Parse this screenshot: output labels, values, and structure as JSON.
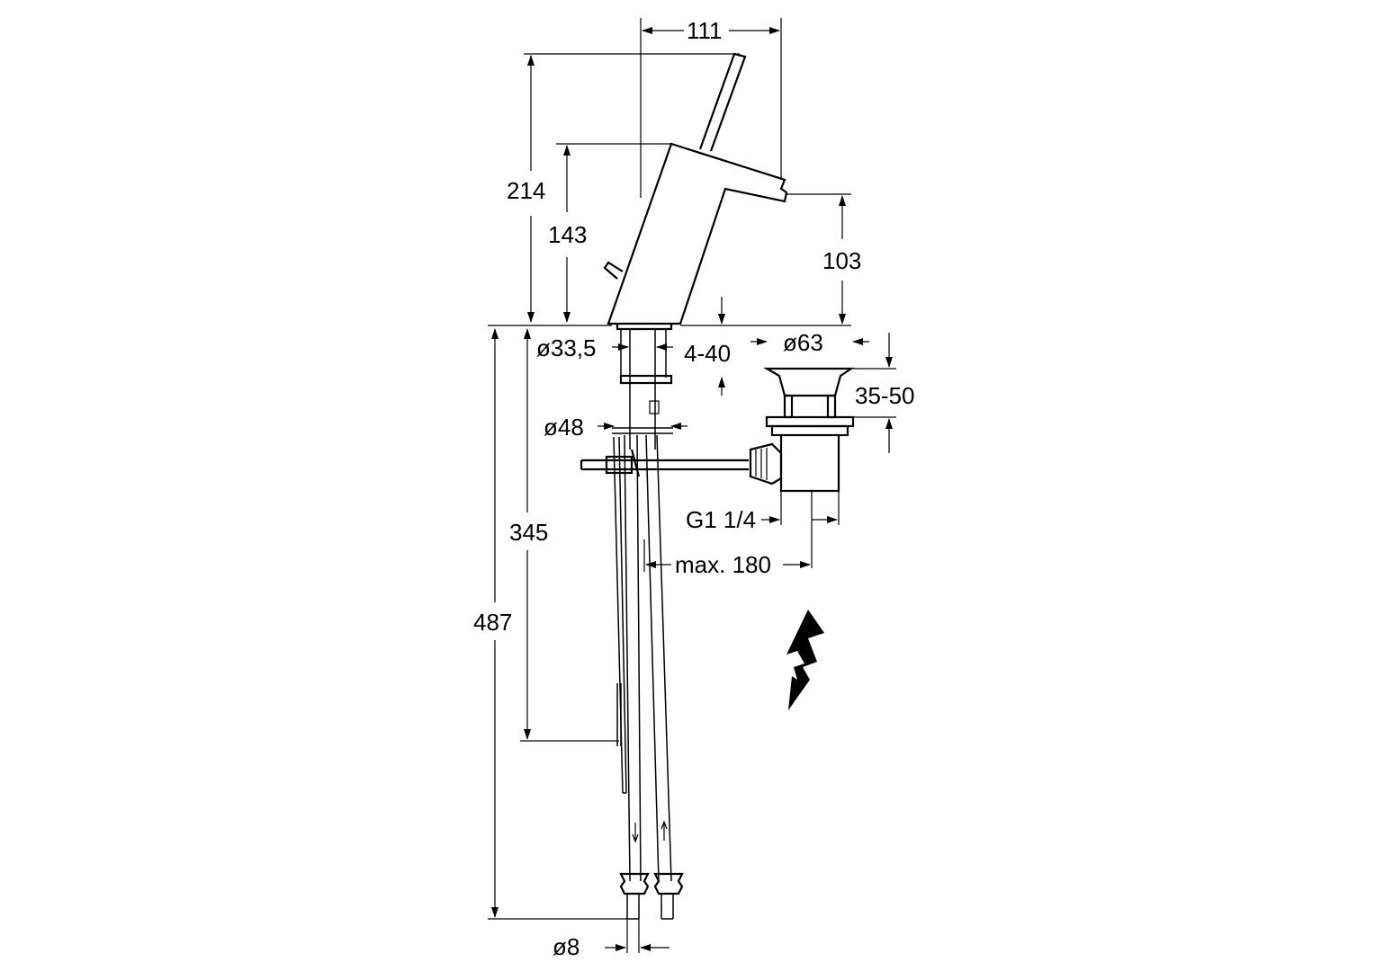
{
  "dimensions": {
    "width_top": "111",
    "height_total": "214",
    "height_body": "143",
    "spout_height": "103",
    "dia_base": "ø33,5",
    "clamp_range": "4-40",
    "dia_flange": "ø48",
    "waste_dia": "ø63",
    "waste_range": "35-50",
    "thread": "G1 1/4",
    "max_reach": "max. 180",
    "hose_length_short": "345",
    "hose_length_long": "487",
    "hose_dia": "ø8"
  },
  "colors": {
    "line": "#000000",
    "background": "#ffffff"
  },
  "icons": {
    "warning": "lightning-bolt-icon"
  }
}
